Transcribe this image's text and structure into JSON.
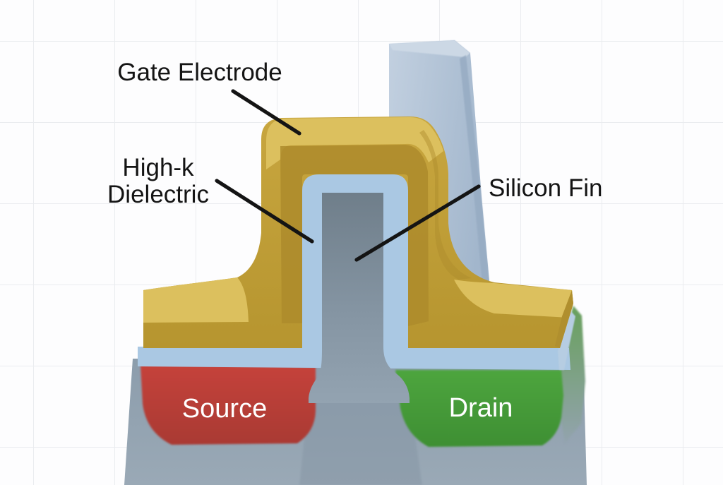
{
  "diagram": {
    "labels": {
      "gate_electrode": "Gate Electrode",
      "high_k_line1": "High-k",
      "high_k_line2": "Dielectric",
      "silicon_fin": "Silicon Fin",
      "source": "Source",
      "drain": "Drain"
    },
    "colors": {
      "label_text": "#141414",
      "leader_line": "#141414",
      "region_text": "#ffffff",
      "gold_top": "#dcc05e",
      "gold_front": "#c8a63f",
      "gold_front_deep": "#b6952f",
      "gold_inner": "#ad8b2c",
      "gold_end": "#b08f2e",
      "dielectric_blue": "#aac8e3",
      "dielectric_blue_dark": "#9dbdd9",
      "dielectric_sliver": "#b6cde2",
      "fin_top": "#6f7e8a",
      "fin_mid": "#8494a2",
      "fin_bottom": "#93a3b1",
      "slab_light": "#c2d0e0",
      "slab_dark": "#a2b6cc",
      "slab_edge": "#97acc3",
      "slab_bevel": "#ccd8e5",
      "substrate_top": "#8c9dac",
      "substrate_bottom": "#9aa9b6",
      "substrate_shadow": "#8494a3",
      "source_top": "#c5423b",
      "source_bottom": "#a93a33",
      "drain_top": "#4da53e",
      "drain_bottom": "#3e8f33",
      "drain_side_top": "#68a05c",
      "drain_side_bottom": "#93a3ae"
    }
  }
}
